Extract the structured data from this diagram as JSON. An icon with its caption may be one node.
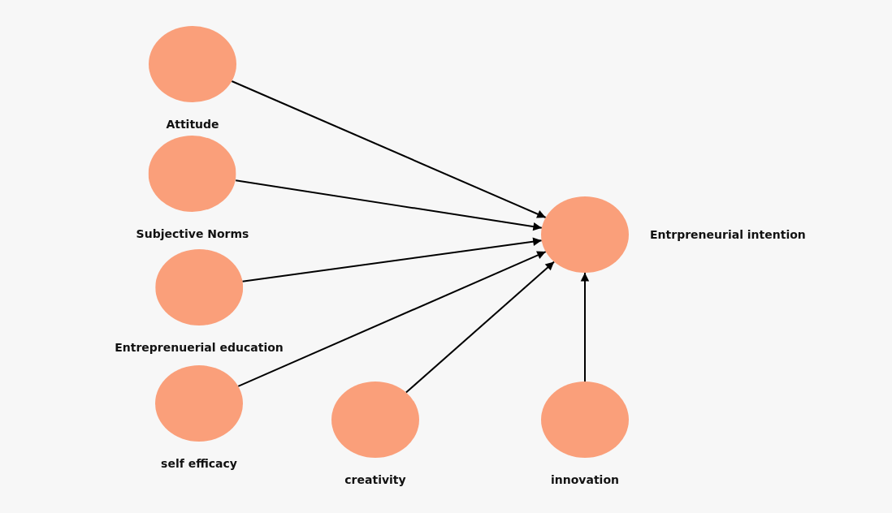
{
  "diagram": {
    "nodes": [
      {
        "text": [
          "Attitude"
        ]
      },
      {
        "text": [
          "Subjective Norms"
        ]
      },
      {
        "text": [
          "Entreprenuerial education"
        ]
      },
      {
        "text": [
          "self efficacy"
        ]
      },
      {
        "text": [
          "creativity"
        ]
      },
      {
        "text": [
          "innovation"
        ]
      },
      {
        "text": [
          "Entrpreneurial intention"
        ]
      }
    ],
    "edges": [
      {
        "from": 0,
        "to": 6,
        "arrow": "to"
      },
      {
        "from": 1,
        "to": 6,
        "arrow": "to"
      },
      {
        "from": 2,
        "to": 6,
        "arrow": "to"
      },
      {
        "from": 3,
        "to": 6,
        "arrow": "to"
      },
      {
        "from": 4,
        "to": 6,
        "arrow": "to"
      },
      {
        "from": 5,
        "to": 6,
        "arrow": "to"
      }
    ]
  }
}
